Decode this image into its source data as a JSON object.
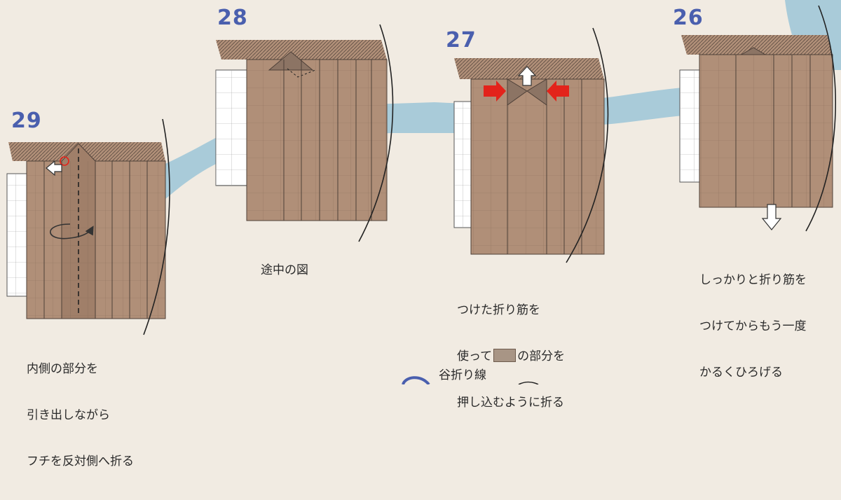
{
  "steps": [
    {
      "number": "29",
      "caption": [
        "内側の部分を",
        "引き出しながら",
        "フチを反対側へ折る"
      ]
    },
    {
      "number": "28",
      "caption": [
        "途中の図"
      ]
    },
    {
      "number": "27",
      "caption_line1": "つけた折り筋を",
      "caption_line2_before": "使って",
      "caption_line2_after": "の部分を",
      "caption_line3": "押し込むように折る"
    },
    {
      "number": "26",
      "caption": [
        "しっかりと折り筋を",
        "つけてからもう一度",
        "かるくひろげる"
      ]
    }
  ],
  "bottom_label": "谷折り線",
  "colors": {
    "background": "#f1ebe2",
    "paper": "#b08f78",
    "paper_shade": "#a07f69",
    "paper_dark": "#8c7464",
    "river": "#a9cbd9",
    "step_number": "#4a5fae",
    "arrow_red": "#e3231b",
    "swatch": "#a89585"
  },
  "icons": [
    "left-arrow-icon",
    "rotate-arrow-icon",
    "push-arrow-icon",
    "up-arrow-icon",
    "down-arrow-icon"
  ]
}
